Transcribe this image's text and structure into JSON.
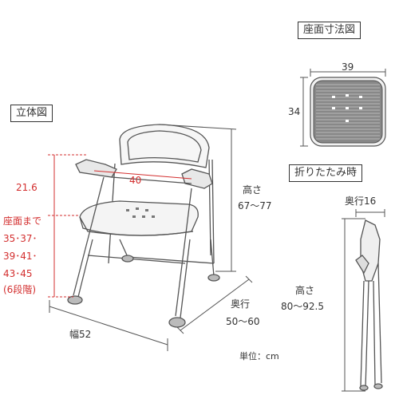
{
  "titles": {
    "isometric": "立体図",
    "seat_dims": "座面寸法図",
    "folded": "折りたたみ時"
  },
  "seat_view": {
    "width": "39",
    "depth": "34"
  },
  "main_view": {
    "armrest_height": "21.6",
    "armrest_gap": "40",
    "seat_height_lines": [
      "座面まで",
      "35･37･",
      "39･41･",
      "43･45",
      "(6段階)"
    ],
    "height_lines": [
      "高さ",
      "67～77"
    ],
    "depth_lines": [
      "奥行",
      "50～60"
    ],
    "width": "幅52",
    "unit": "単位：cm"
  },
  "folded_view": {
    "depth": "奥行16",
    "height_lines": [
      "高さ",
      "80～92.5"
    ]
  },
  "colors": {
    "accent": "#d32f2f",
    "line": "#555555",
    "seat": "#777777"
  }
}
